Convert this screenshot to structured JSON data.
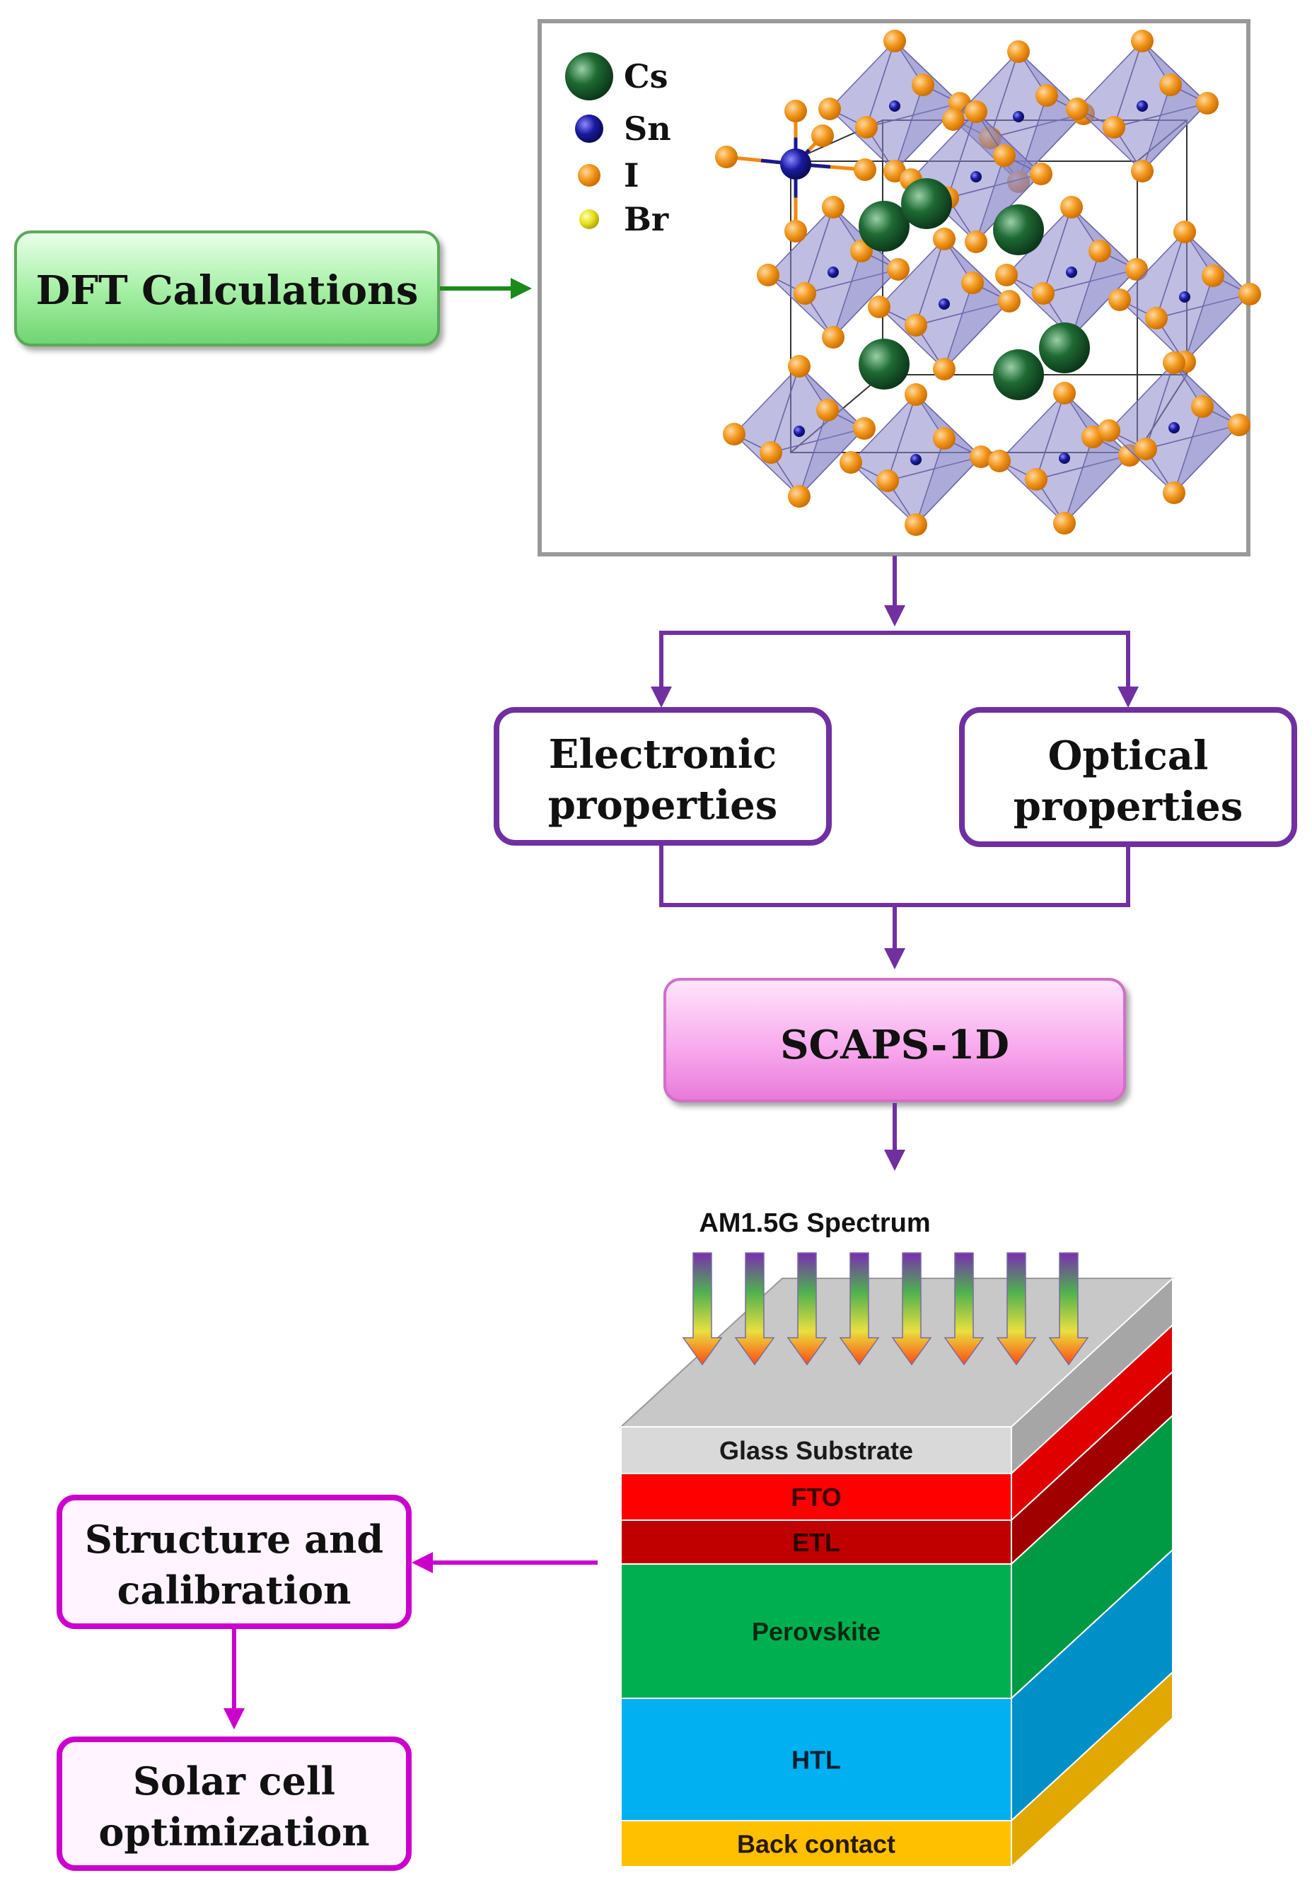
{
  "flow": {
    "dft_label": "DFT Calculations",
    "electronic_line1": "Electronic",
    "electronic_line2": "properties",
    "optical_line1": "Optical",
    "optical_line2": "properties",
    "scaps_label": "SCAPS-1D",
    "structure_line1": "Structure and",
    "structure_line2": "calibration",
    "optimization_line1": "Solar cell",
    "optimization_line2": "optimization"
  },
  "crystal": {
    "legend": [
      {
        "symbol": "Cs",
        "color": "#1f5a2e"
      },
      {
        "symbol": "Sn",
        "color": "#1a1a8c"
      },
      {
        "symbol": "I",
        "color": "#f08a10"
      },
      {
        "symbol": "Br",
        "color": "#e6e020"
      }
    ],
    "octahedron_color": "#8a86c8"
  },
  "device": {
    "spectrum_label": "AM1.5G Spectrum",
    "light_arrow_count": 8,
    "layers": [
      {
        "name": "Glass Substrate",
        "front": "#d9d9d9",
        "side": "#a6a6a6",
        "text_color": "#1a1a1a"
      },
      {
        "name": "FTO",
        "front": "#ff0000",
        "side": "#e00000",
        "text_color": "#3a0000"
      },
      {
        "name": "ETL",
        "front": "#c00000",
        "side": "#a00000",
        "text_color": "#2a0000"
      },
      {
        "name": "Perovskite",
        "front": "#00b050",
        "side": "#009a44",
        "text_color": "#0a2a10"
      },
      {
        "name": "HTL",
        "front": "#00b0f0",
        "side": "#0090c8",
        "text_color": "#0a2030"
      },
      {
        "name": "Back contact",
        "front": "#ffc000",
        "side": "#e0a800",
        "text_color": "#2a1a00"
      }
    ]
  },
  "colors": {
    "purple": "#7030a0",
    "magenta": "#cc00cc",
    "green_arrow": "#1a8a1a"
  }
}
